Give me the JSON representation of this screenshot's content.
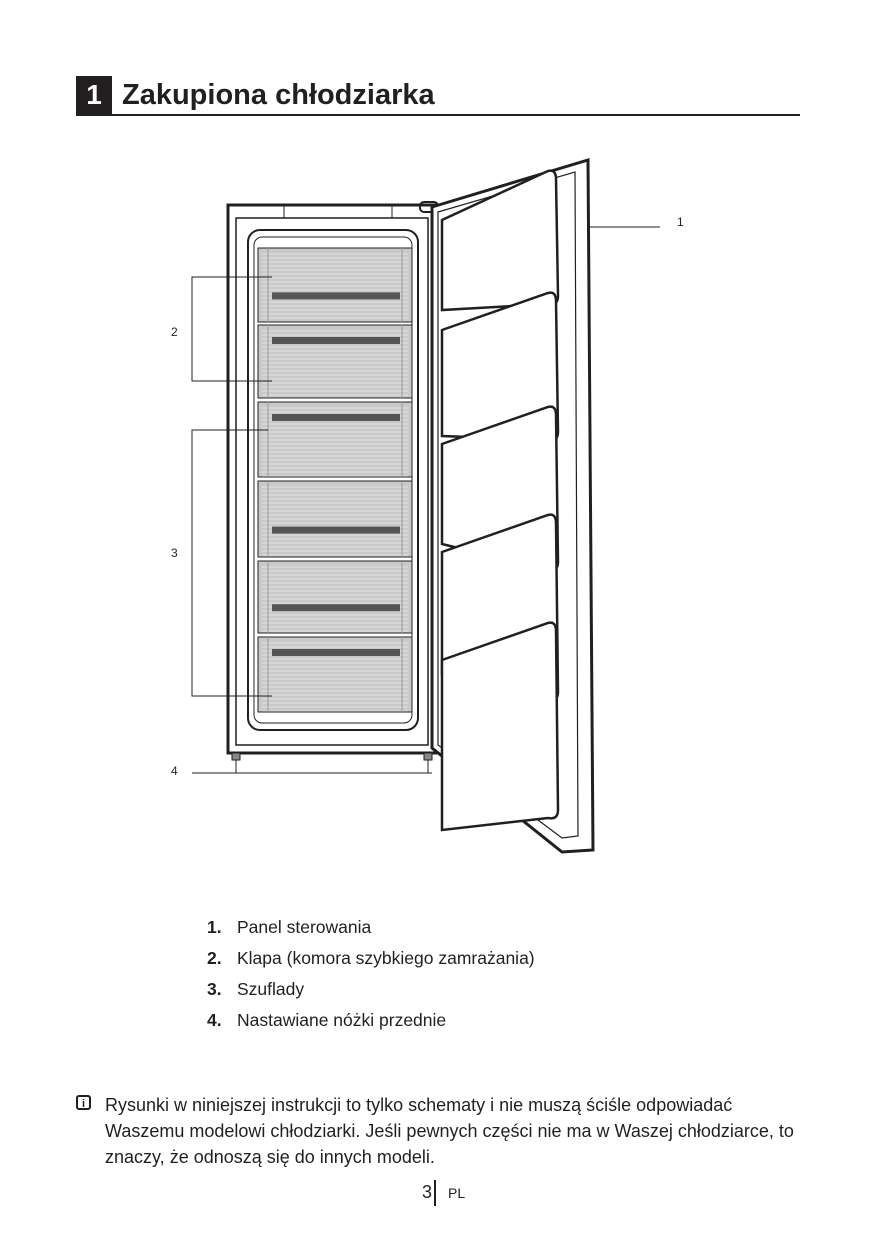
{
  "header": {
    "number": "1",
    "title": "Zakupiona chłodziarka"
  },
  "callouts": [
    "1",
    "2",
    "3",
    "4"
  ],
  "legend": [
    {
      "num": "1.",
      "text": "Panel sterowania"
    },
    {
      "num": "2.",
      "text": "Klapa (komora szybkiego zamrażania)"
    },
    {
      "num": "3.",
      "text": "Szuflady"
    },
    {
      "num": "4.",
      "text": "Nastawiane nóżki przednie"
    }
  ],
  "note": {
    "icon": "info-icon",
    "text": "Rysunki w niniejszej instrukcji to tylko schematy i nie muszą ściśle odpowiadać Waszemu modelowi chłodziarki. Jeśli pewnych części nie ma w Waszej chłodziarce, to znaczy, że odnoszą się do innych modeli."
  },
  "footer": {
    "page": "3",
    "lang": "PL"
  }
}
